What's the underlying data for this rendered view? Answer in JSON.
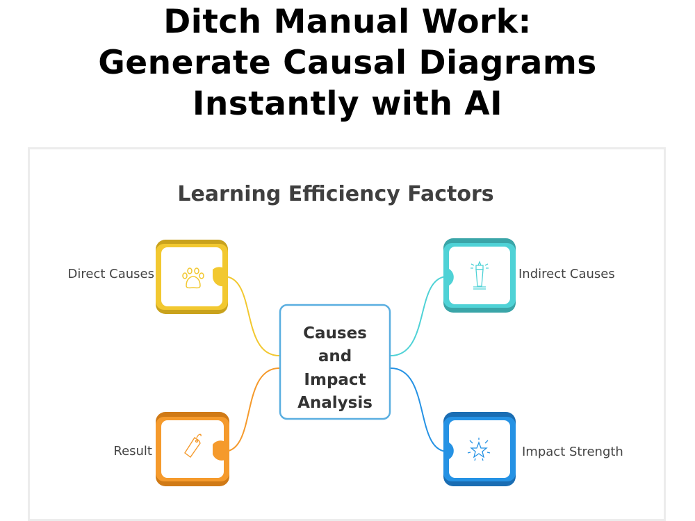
{
  "headline": {
    "line1": "Ditch Manual Work:",
    "line2": "Generate Causal Diagrams",
    "line3": "Instantly with AI"
  },
  "diagram": {
    "title": "Learning Efficiency Factors",
    "center": [
      "Causes",
      "and",
      "Impact",
      "Analysis"
    ],
    "nodes": [
      {
        "label": "Direct Causes",
        "icon": "paw-icon",
        "color": "#f2c830"
      },
      {
        "label": "Indirect Causes",
        "icon": "lighthouse-icon",
        "color": "#4fd2d6"
      },
      {
        "label": "Result",
        "icon": "tag-icon",
        "color": "#f59a2c"
      },
      {
        "label": "Impact Strength",
        "icon": "sparkle-star-icon",
        "color": "#2592e4"
      }
    ],
    "center_border_color": "#5aaee0"
  }
}
